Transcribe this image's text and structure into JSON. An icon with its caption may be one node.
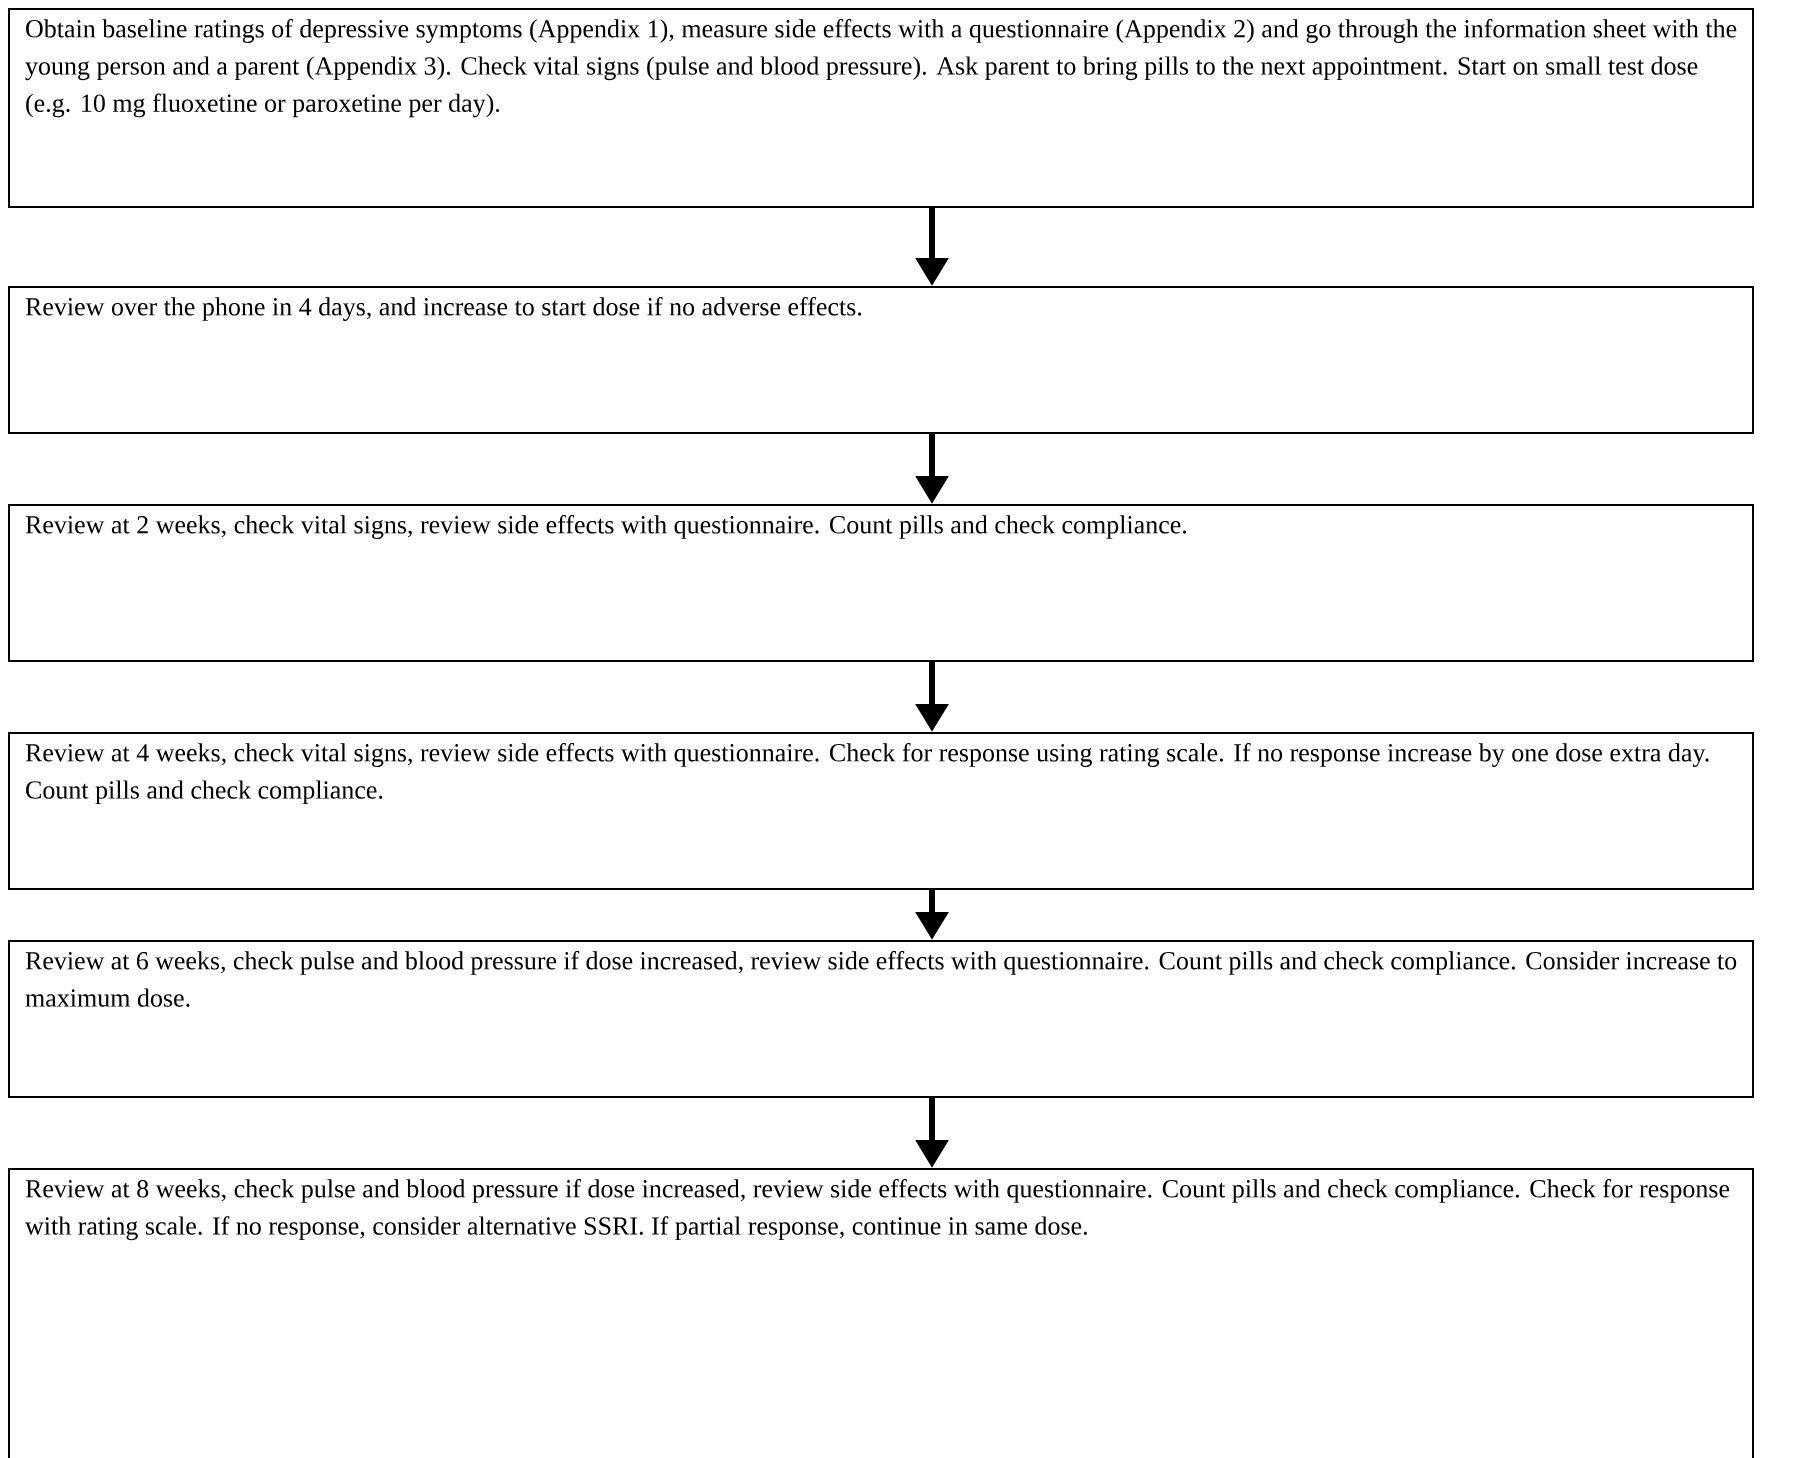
{
  "diagram": {
    "nodes": [
      {
        "text": [
          "Obtain baseline ratings of depressive symptoms (Appendix 1), measure side effects with a questionnaire (Appendix 2) and go through the information sheet with the young person and a parent (Appendix 3). Check vital signs (pulse and blood pressure). Ask parent to bring pills to the next appointment. Start on small test dose (e.g. 10 mg fluoxetine or paroxetine per day)."
        ]
      },
      {
        "text": [
          "Review over the phone in 4 days, and increase to start dose if no adverse effects."
        ]
      },
      {
        "text": [
          "Review at 2 weeks, check vital signs, review side effects with questionnaire. Count pills and check compliance."
        ]
      },
      {
        "text": [
          "Review at 4 weeks, check vital signs, review side effects with questionnaire. Check for response using rating scale. If no response increase by one dose extra day. Count pills and check compliance."
        ]
      },
      {
        "text": [
          "Review at 6 weeks, check pulse and blood pressure if dose increased, review side effects with questionnaire. Count pills and check compliance. Consider increase to maximum dose."
        ]
      },
      {
        "text": [
          "Review at 8 weeks, check pulse and blood pressure if dose increased, review side effects with questionnaire. Count pills and check compliance. Check for response with rating scale. If no response, consider alternative SSRI. If partial response, continue in same dose."
        ]
      }
    ],
    "edges": [
      {
        "from": 0,
        "to": 1,
        "arrow": "to"
      },
      {
        "from": 1,
        "to": 2,
        "arrow": "to"
      },
      {
        "from": 2,
        "to": 3,
        "arrow": "to"
      },
      {
        "from": 3,
        "to": 4,
        "arrow": "to"
      },
      {
        "from": 4,
        "to": 5,
        "arrow": "to"
      }
    ]
  }
}
